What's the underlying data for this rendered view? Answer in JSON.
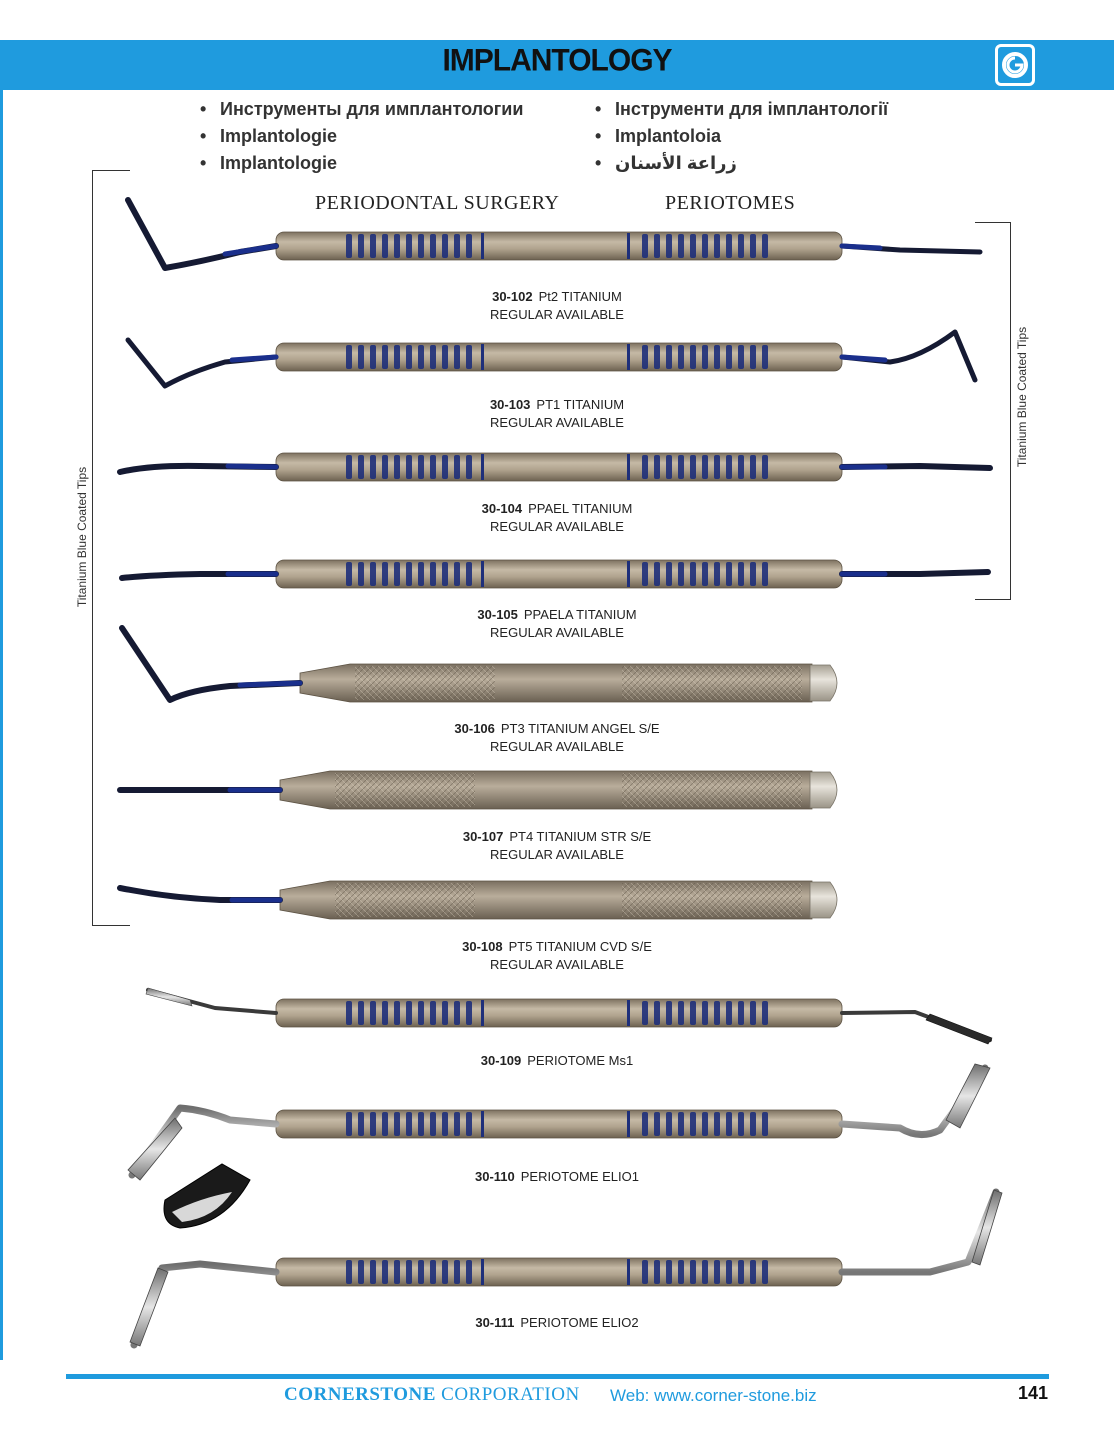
{
  "header": {
    "title": "IMPLANTOLOGY"
  },
  "bullets_left": [
    "Инструменты для имплантологии",
    "Implantologie",
    "Implantologie"
  ],
  "bullets_right": [
    "Інструменти для імплантології",
    "Implantoloia",
    "زراعة الأسنان"
  ],
  "sections": {
    "left": "PERIODONTAL SURGERY",
    "right": "PERIOTOMES"
  },
  "bracket_labels": {
    "left": "Titanium Blue Coated Tips",
    "right": "Titanium Blue Coated Tips"
  },
  "instruments": [
    {
      "code": "30-102",
      "name": "Pt2 TITANIUM",
      "note": "REGULAR AVAILABLE"
    },
    {
      "code": "30-103",
      "name": "PT1 TITANIUM",
      "note": "REGULAR AVAILABLE"
    },
    {
      "code": "30-104",
      "name": "PPAEL TITANIUM",
      "note": "REGULAR AVAILABLE"
    },
    {
      "code": "30-105",
      "name": "PPAELA TITANIUM",
      "note": "REGULAR AVAILABLE"
    },
    {
      "code": "30-106",
      "name": "PT3 TITANIUM ANGEL S/E",
      "note": "REGULAR AVAILABLE"
    },
    {
      "code": "30-107",
      "name": "PT4 TITANIUM STR S/E",
      "note": "REGULAR AVAILABLE"
    },
    {
      "code": "30-108",
      "name": "PT5 TITANIUM CVD S/E",
      "note": "REGULAR AVAILABLE"
    },
    {
      "code": "30-109",
      "name": "PERIOTOME Ms1",
      "note": ""
    },
    {
      "code": "30-110",
      "name": "PERIOTOME ELIO1",
      "note": ""
    },
    {
      "code": "30-111",
      "name": "PERIOTOME ELIO2",
      "note": ""
    }
  ],
  "footer": {
    "brand_bold": "CORNERSTONE",
    "brand_rest": "CORPORATION",
    "web": "Web: www.corner-stone.biz",
    "page_number": "141"
  },
  "colors": {
    "accent": "#1f9bde",
    "handle": "#a89a86",
    "ring": "#1e2f7a",
    "tip_blue": "#1a2f8c"
  }
}
